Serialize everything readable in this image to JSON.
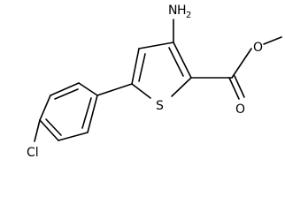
{
  "molecule": {
    "atoms": {
      "amino": {
        "element": "N",
        "hydrogens": "2"
      },
      "ring_sulfur": {
        "element": "S"
      },
      "chlorine": {
        "element": "Cl"
      },
      "carbonyl_oxygen": {
        "element": "O"
      },
      "ester_oxygen": {
        "element": "O"
      }
    },
    "colors": {
      "bond": "#000000",
      "label": "#000000",
      "background": "#ffffff"
    }
  }
}
